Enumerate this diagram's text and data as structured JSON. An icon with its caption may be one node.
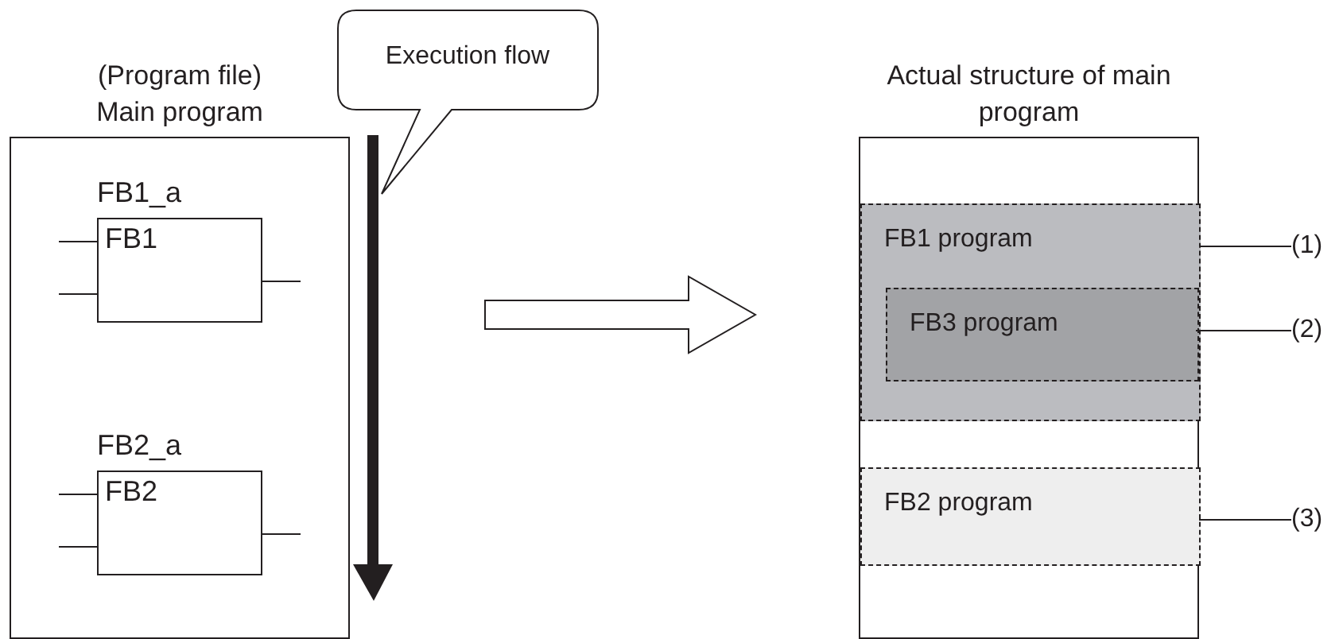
{
  "diagram": {
    "nodes": [
      {
        "text": [
          "(Program file) Main program"
        ]
      },
      {
        "text": [
          "FB1_a",
          "FB1"
        ],
        "in": 0
      },
      {
        "text": [
          "FB2_a",
          "FB2"
        ],
        "in": 0
      },
      {
        "text": [
          "Execution flow"
        ]
      },
      {
        "text": [
          "Actual structure of main program"
        ]
      },
      {
        "text": [
          "FB1 program"
        ],
        "in": 4
      },
      {
        "text": [
          "FB3 program"
        ],
        "in": 5
      },
      {
        "text": [
          "FB2 program"
        ],
        "in": 4
      },
      {
        "text": [
          "(1)"
        ]
      },
      {
        "text": [
          "(2)"
        ]
      },
      {
        "text": [
          "(3)"
        ]
      }
    ],
    "edges": [
      {
        "from": 0,
        "to": 4,
        "arrow": "to",
        "style": "thick"
      },
      {
        "from": 8,
        "to": 5,
        "arrow": "none"
      },
      {
        "from": 9,
        "to": 6,
        "arrow": "none"
      },
      {
        "from": 10,
        "to": 7,
        "arrow": "none"
      }
    ]
  }
}
